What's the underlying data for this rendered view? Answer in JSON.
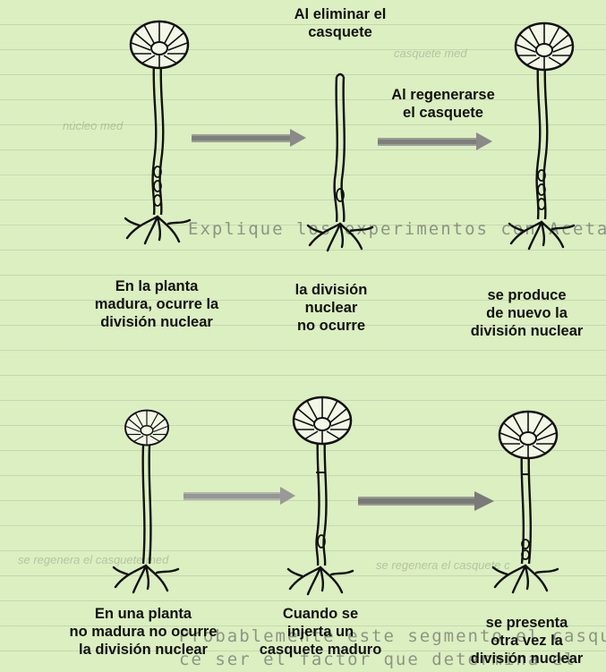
{
  "top_row": {
    "step1": [
      "En la planta",
      "madura, ocurre la",
      "división nuclear"
    ],
    "step2_note": [
      "Al eliminar el",
      "casquete"
    ],
    "step2": [
      "la división",
      "nuclear",
      "no ocurre"
    ],
    "step3_note": [
      "Al regenerarse",
      "el casquete"
    ],
    "step3": [
      "se produce",
      "de nuevo la",
      "división nuclear"
    ]
  },
  "bottom_row": {
    "step1": [
      "En una planta",
      "no madura no ocurre",
      "la división nuclear"
    ],
    "step2": [
      "Cuando se",
      "injerta un",
      "casquete maduro"
    ],
    "step3": [
      "se presenta",
      "otra vez la",
      "división nuclear"
    ]
  },
  "background_text": {
    "line1": "Explique los experimentos con Acetabularia.",
    "line2": "Probablemente este segmento el casquete g",
    "line3": "ce ser el factor que determina el",
    "faint1": "casquete med",
    "faint2": "núcleo med",
    "faint3": "se regenera el casquete med",
    "faint4": "se regenera el casquete c"
  }
}
